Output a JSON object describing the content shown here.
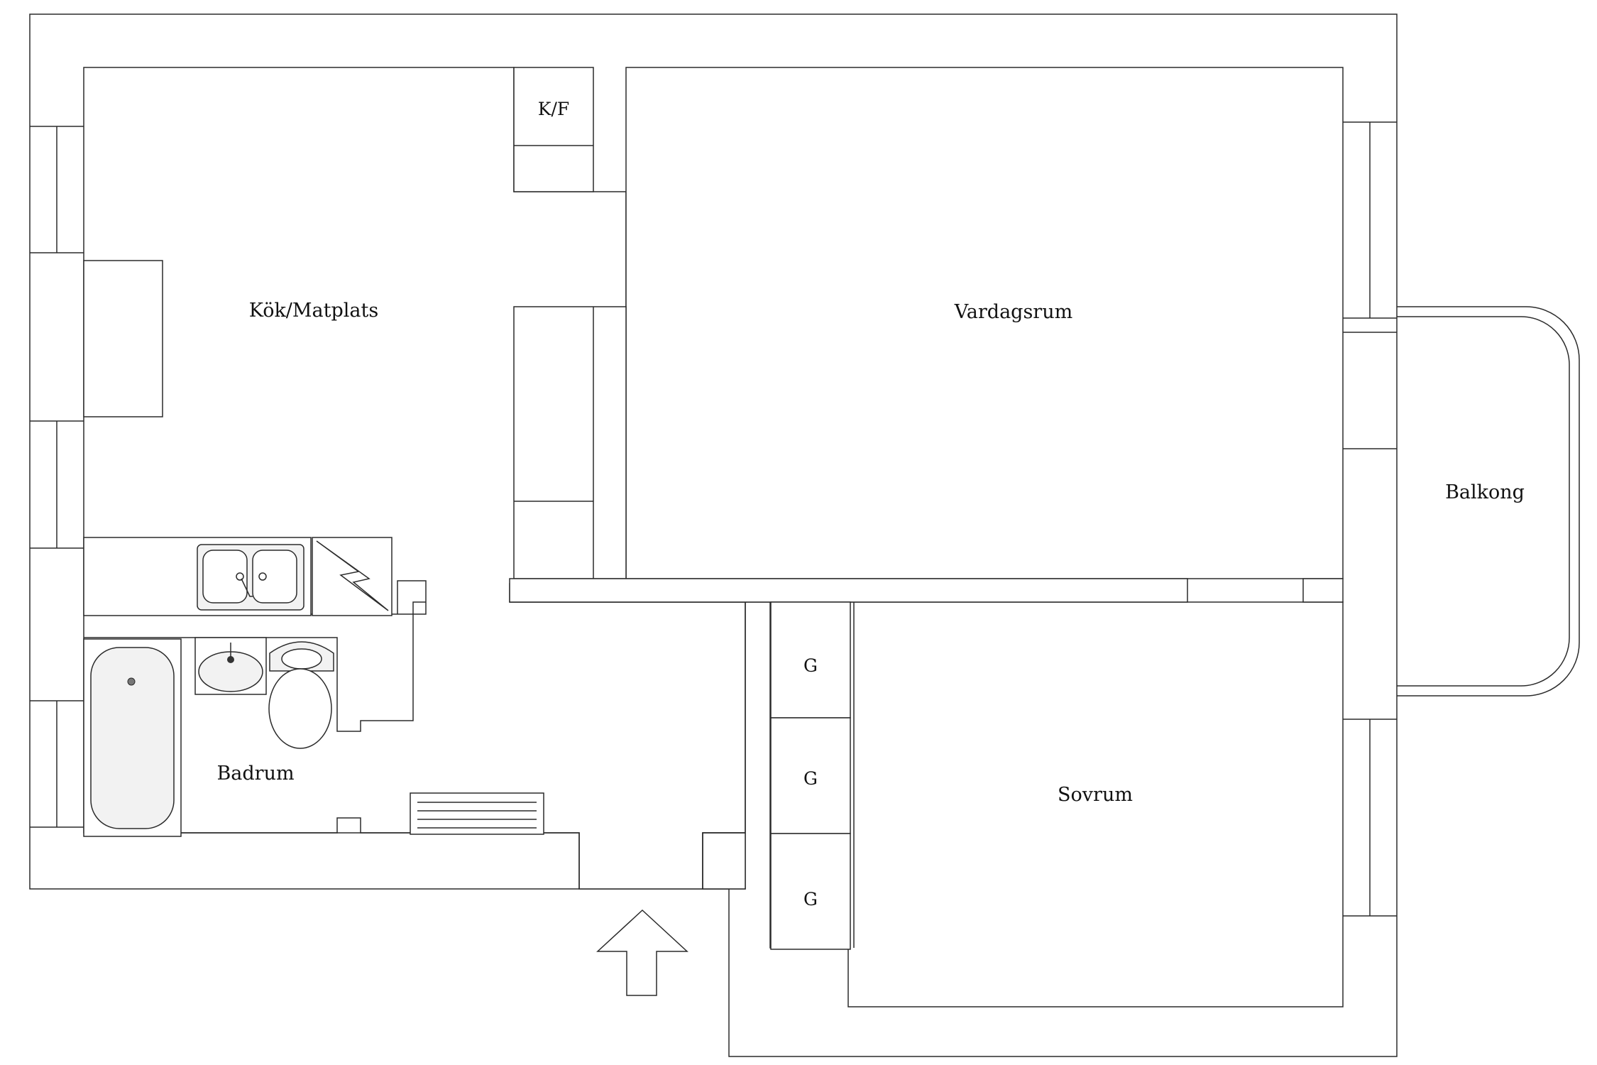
{
  "rooms": {
    "kitchen": "Kök/Matplats",
    "living": "Vardagsrum",
    "bath": "Badrum",
    "bedroom": "Sovrum",
    "balcony": "Balkong"
  },
  "fixtures": {
    "fridge_freezer": "K/F",
    "wardrobe_1": "G",
    "wardrobe_2": "G",
    "wardrobe_3": "G"
  }
}
